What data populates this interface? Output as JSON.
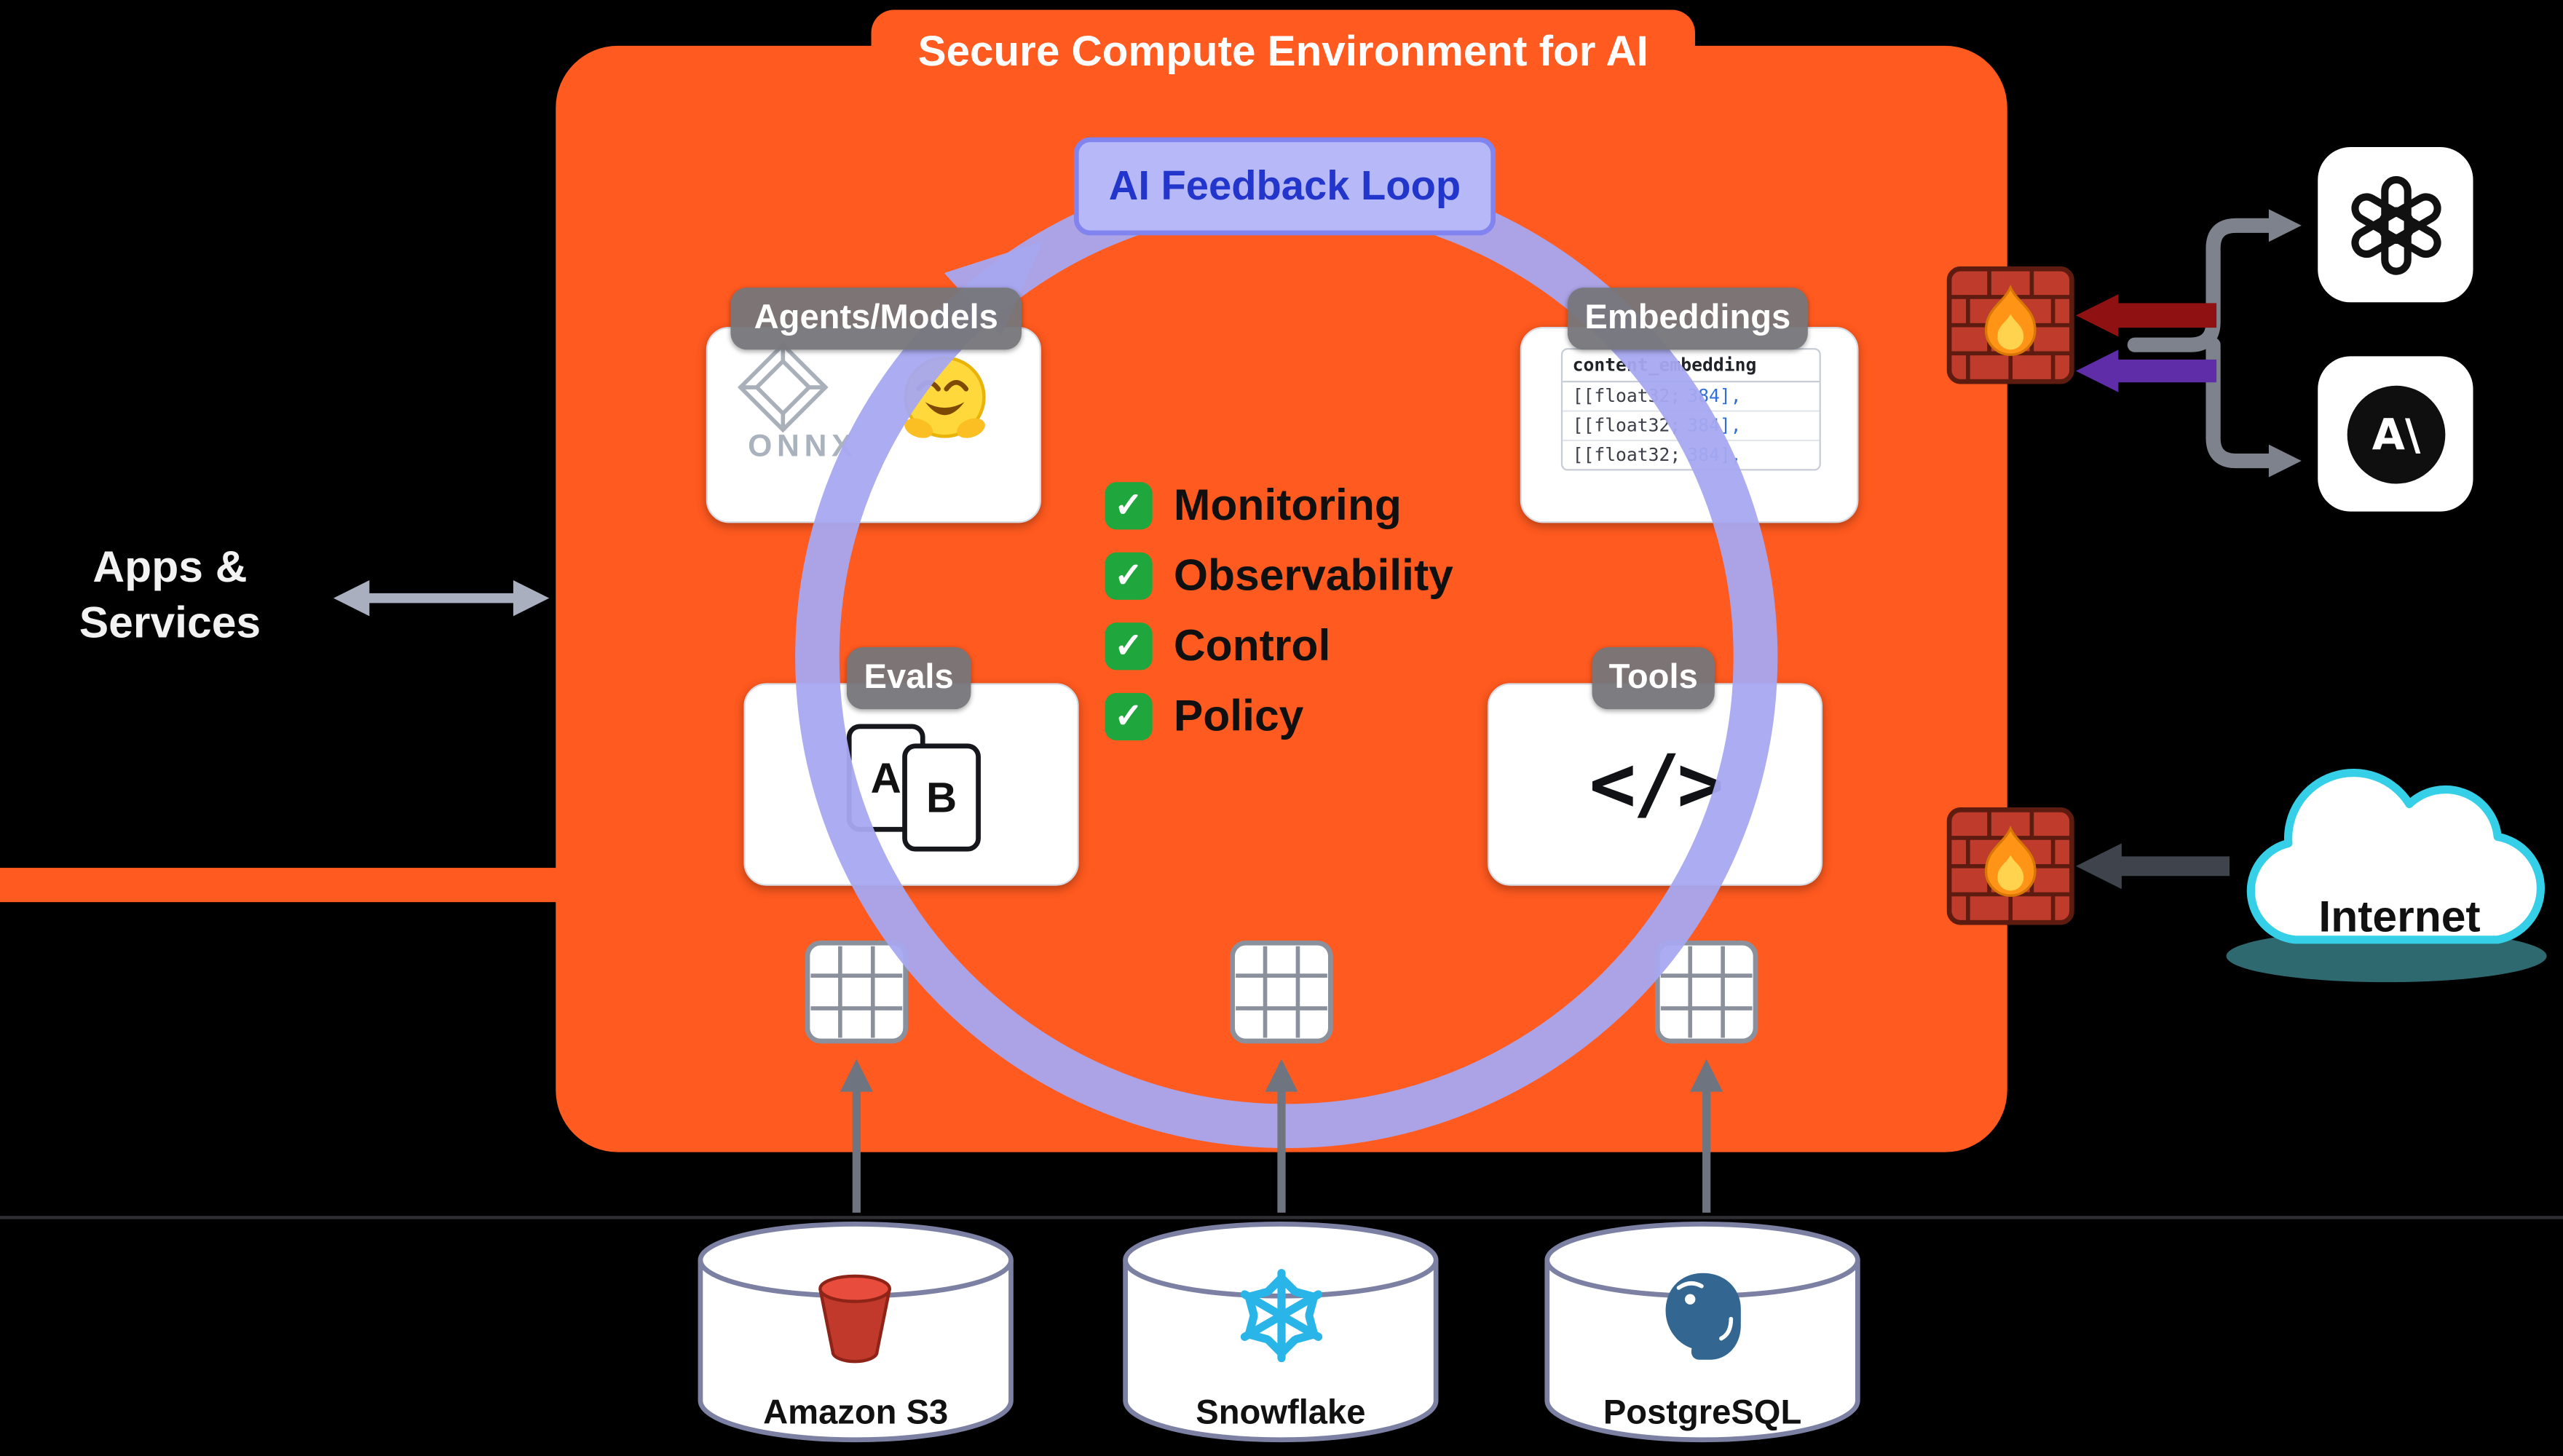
{
  "title": "Secure Compute Environment for AI",
  "feedback": {
    "label": "AI Feedback Loop"
  },
  "cards": {
    "agents": {
      "label": "Agents/Models",
      "onnx_text": "ONNX"
    },
    "embeddings": {
      "label": "Embeddings",
      "header": "content_embedding",
      "rows": [
        {
          "type": "[[float32;",
          "dim": "384],"
        },
        {
          "type": "[[float32;",
          "dim": "384],"
        },
        {
          "type": "[[float32;",
          "dim": "384],"
        }
      ]
    },
    "evals": {
      "label": "Evals",
      "a": "A",
      "b": "B"
    },
    "tools": {
      "label": "Tools",
      "icon_text": "</>"
    }
  },
  "checklist": [
    "Monitoring",
    "Observability",
    "Control",
    "Policy"
  ],
  "left": {
    "line1": "Apps &",
    "line2": "Services"
  },
  "databases": [
    {
      "name": "Amazon S3"
    },
    {
      "name": "Snowflake"
    },
    {
      "name": "PostgreSQL"
    }
  ],
  "internet": {
    "label": "Internet"
  },
  "anthropic": {
    "mark": "A\\"
  },
  "icons": {
    "check": "✓"
  },
  "colors": {
    "orange": "#ff5a1f",
    "lavender": "#a7a8f0",
    "loop_text": "#2336cc",
    "pill_gray": "#76767a",
    "check_green": "#1fa63c",
    "snowflake_blue": "#29b5e8",
    "postgres_blue": "#336791",
    "s3_red": "#c0392b",
    "cloud_cyan": "#35d0e8"
  }
}
